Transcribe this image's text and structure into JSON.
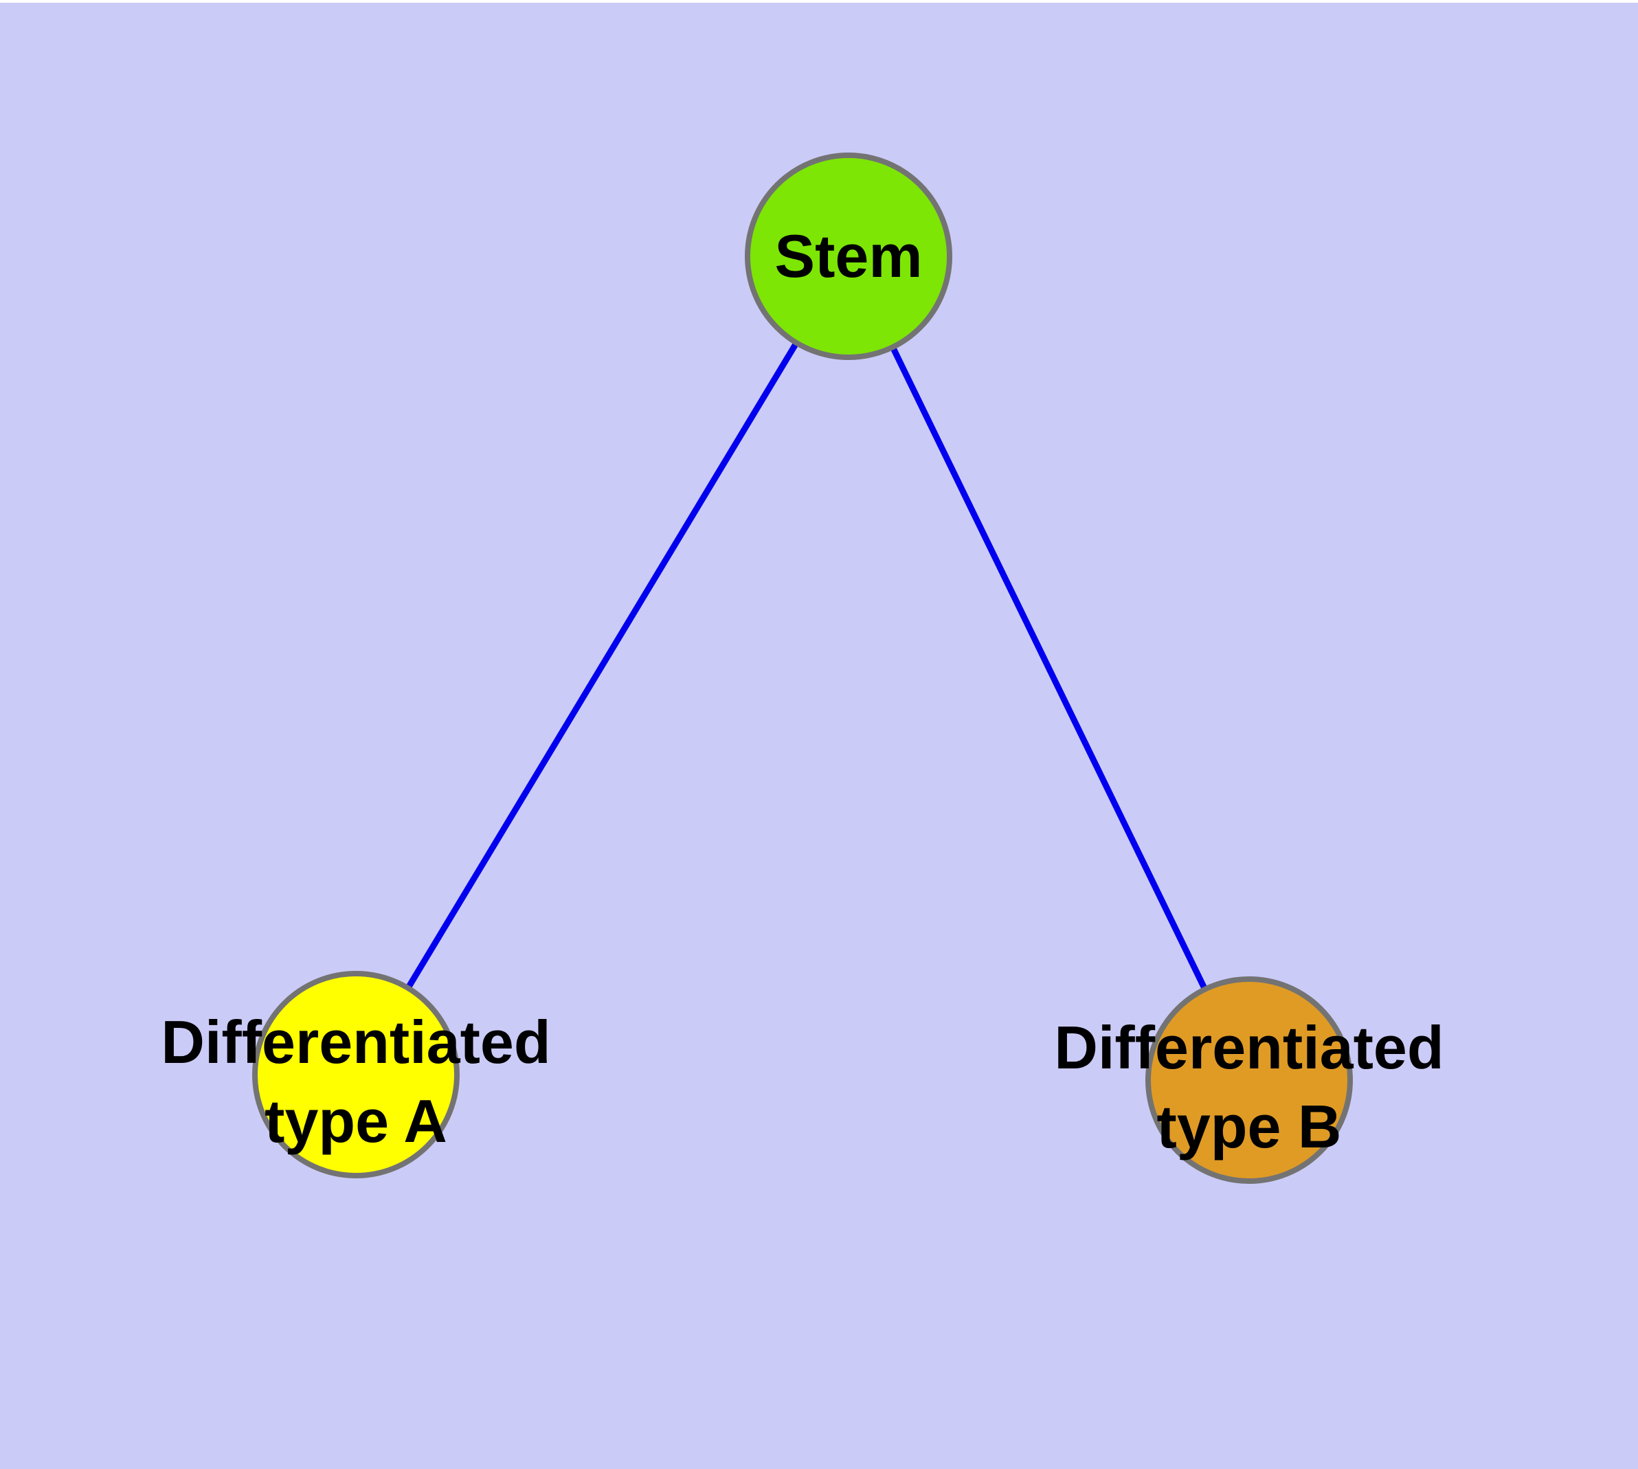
{
  "diagram": {
    "background_color": "#cbcbf7",
    "edge_color": "#0000ee",
    "node_border_color": "#737373",
    "nodes": [
      {
        "id": "stem",
        "label_lines": [
          "Stem"
        ],
        "color": "#7de605"
      },
      {
        "id": "type_a",
        "label_lines": [
          "Differentiated",
          "type A"
        ],
        "color": "#ffff00"
      },
      {
        "id": "type_b",
        "label_lines": [
          "Differentiated",
          "type B"
        ],
        "color": "#e09b25"
      }
    ],
    "edges": [
      {
        "from": "stem",
        "to": "type_a"
      },
      {
        "from": "stem",
        "to": "type_b"
      }
    ]
  }
}
